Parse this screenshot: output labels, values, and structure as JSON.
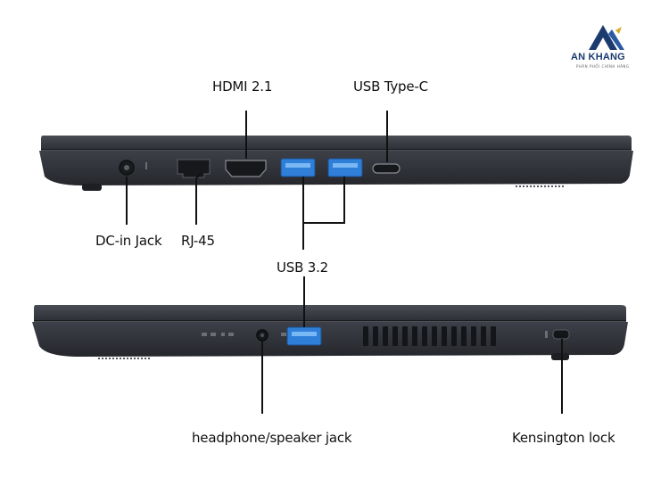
{
  "brand": {
    "name": "AN KHANG",
    "tagline": "PHÂN PHỐI CHÍNH HÃNG",
    "colors": {
      "navy": "#1c3a6e",
      "gold": "#d9a826"
    }
  },
  "colors": {
    "chassis": "#3a3d44",
    "chassis_dark": "#26282d",
    "edge": "#1b1c20",
    "usb_blue": "#2f7fd9",
    "callout_line": "#111111"
  },
  "left_side": {
    "labels": {
      "hdmi": "HDMI 2.1",
      "usb_c": "USB Type-C",
      "dc_in": "DC-in Jack",
      "rj45": "RJ-45",
      "usb32": "USB 3.2"
    }
  },
  "right_side": {
    "labels": {
      "headphone": "headphone/speaker jack",
      "kensington": "Kensington lock"
    }
  }
}
